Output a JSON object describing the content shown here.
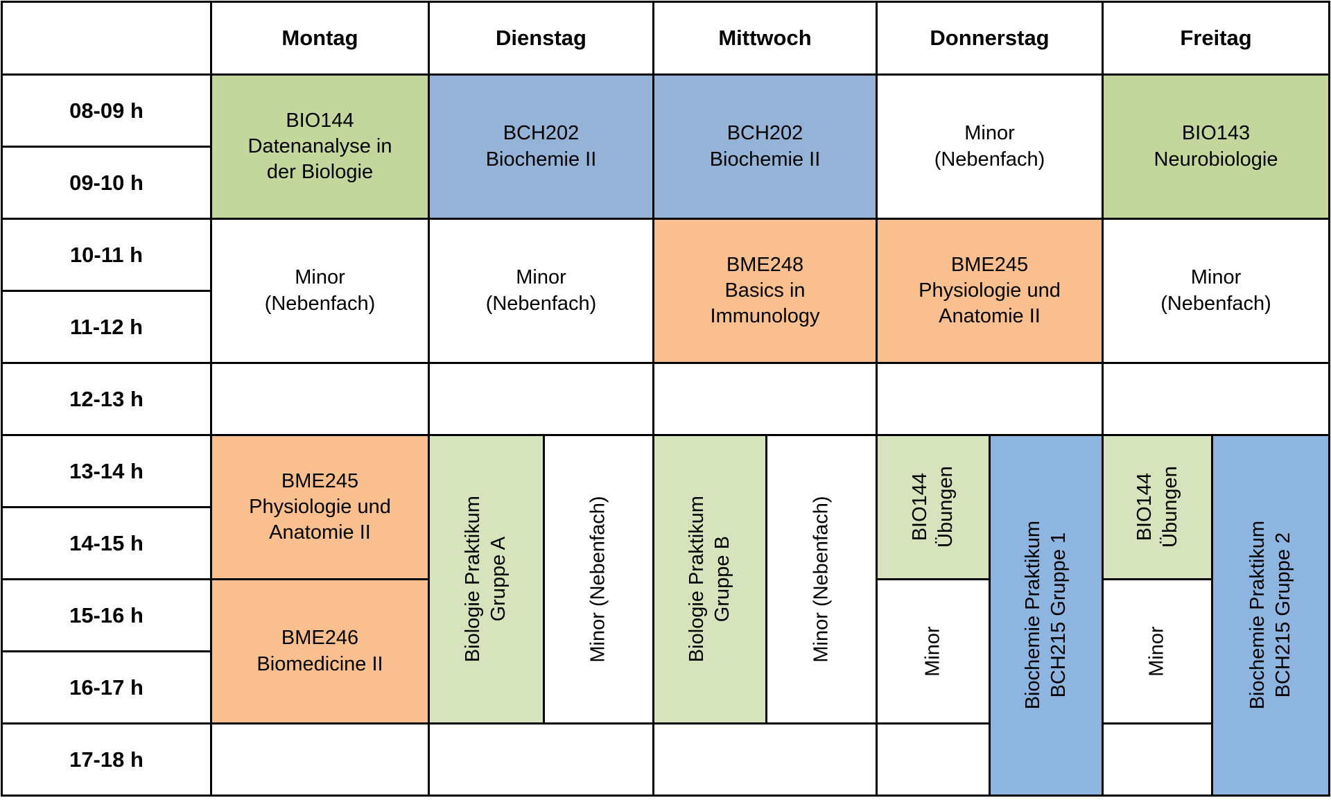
{
  "colors": {
    "green": "#c3d69b",
    "green_light": "#d6e3bc",
    "blue": "#95b3d7",
    "blue_light": "#8eb4e0",
    "orange": "#fabf8f",
    "white": "#ffffff",
    "grid_line": "#000000"
  },
  "header": {
    "corner": "",
    "days": [
      "Montag",
      "Dienstag",
      "Mittwoch",
      "Donnerstag",
      "Freitag"
    ]
  },
  "times": [
    "08-09 h",
    "09-10 h",
    "10-11 h",
    "11-12 h",
    "12-13 h",
    "13-14 h",
    "14-15 h",
    "15-16 h",
    "16-17 h",
    "17-18 h"
  ],
  "cells": {
    "mo_am": {
      "lines": [
        "BIO144",
        "Datenanalyse in",
        "der Biologie"
      ]
    },
    "mo_mid": {
      "lines": [
        "Minor",
        "(Nebenfach)"
      ]
    },
    "mo_1315": {
      "lines": [
        "BME245",
        "Physiologie und",
        "Anatomie II"
      ]
    },
    "mo_1517": {
      "lines": [
        "BME246",
        "Biomedicine II"
      ]
    },
    "di_am": {
      "lines": [
        "BCH202",
        "Biochemie II"
      ]
    },
    "di_mid": {
      "lines": [
        "Minor",
        "(Nebenfach)"
      ]
    },
    "di_prakt": {
      "lines": [
        "Biologie Praktikum",
        "Gruppe A"
      ]
    },
    "di_minor_pm": {
      "lines": [
        "Minor (Nebenfach)"
      ]
    },
    "mi_am": {
      "lines": [
        "BCH202",
        "Biochemie II"
      ]
    },
    "mi_mid": {
      "lines": [
        "BME248",
        "Basics in",
        "Immunology"
      ]
    },
    "mi_prakt": {
      "lines": [
        "Biologie Praktikum",
        "Gruppe B"
      ]
    },
    "mi_minor_pm": {
      "lines": [
        "Minor (Nebenfach)"
      ]
    },
    "do_am": {
      "lines": [
        "Minor",
        "(Nebenfach)"
      ]
    },
    "do_mid": {
      "lines": [
        "BME245",
        "Physiologie und",
        "Anatomie II"
      ]
    },
    "do_uebungen": {
      "lines": [
        "BIO144",
        "Übungen"
      ]
    },
    "do_minor_pm": {
      "lines": [
        "Minor"
      ]
    },
    "do_prakt": {
      "lines": [
        "Biochemie Praktikum",
        "BCH215 Gruppe 1"
      ]
    },
    "fr_am": {
      "lines": [
        "BIO143",
        "Neurobiologie"
      ]
    },
    "fr_mid": {
      "lines": [
        "Minor",
        "(Nebenfach)"
      ]
    },
    "fr_uebungen": {
      "lines": [
        "BIO144",
        "Übungen"
      ]
    },
    "fr_minor_pm": {
      "lines": [
        "Minor"
      ]
    },
    "fr_prakt": {
      "lines": [
        "Biochemie Praktikum",
        "BCH215 Gruppe 2"
      ]
    }
  }
}
